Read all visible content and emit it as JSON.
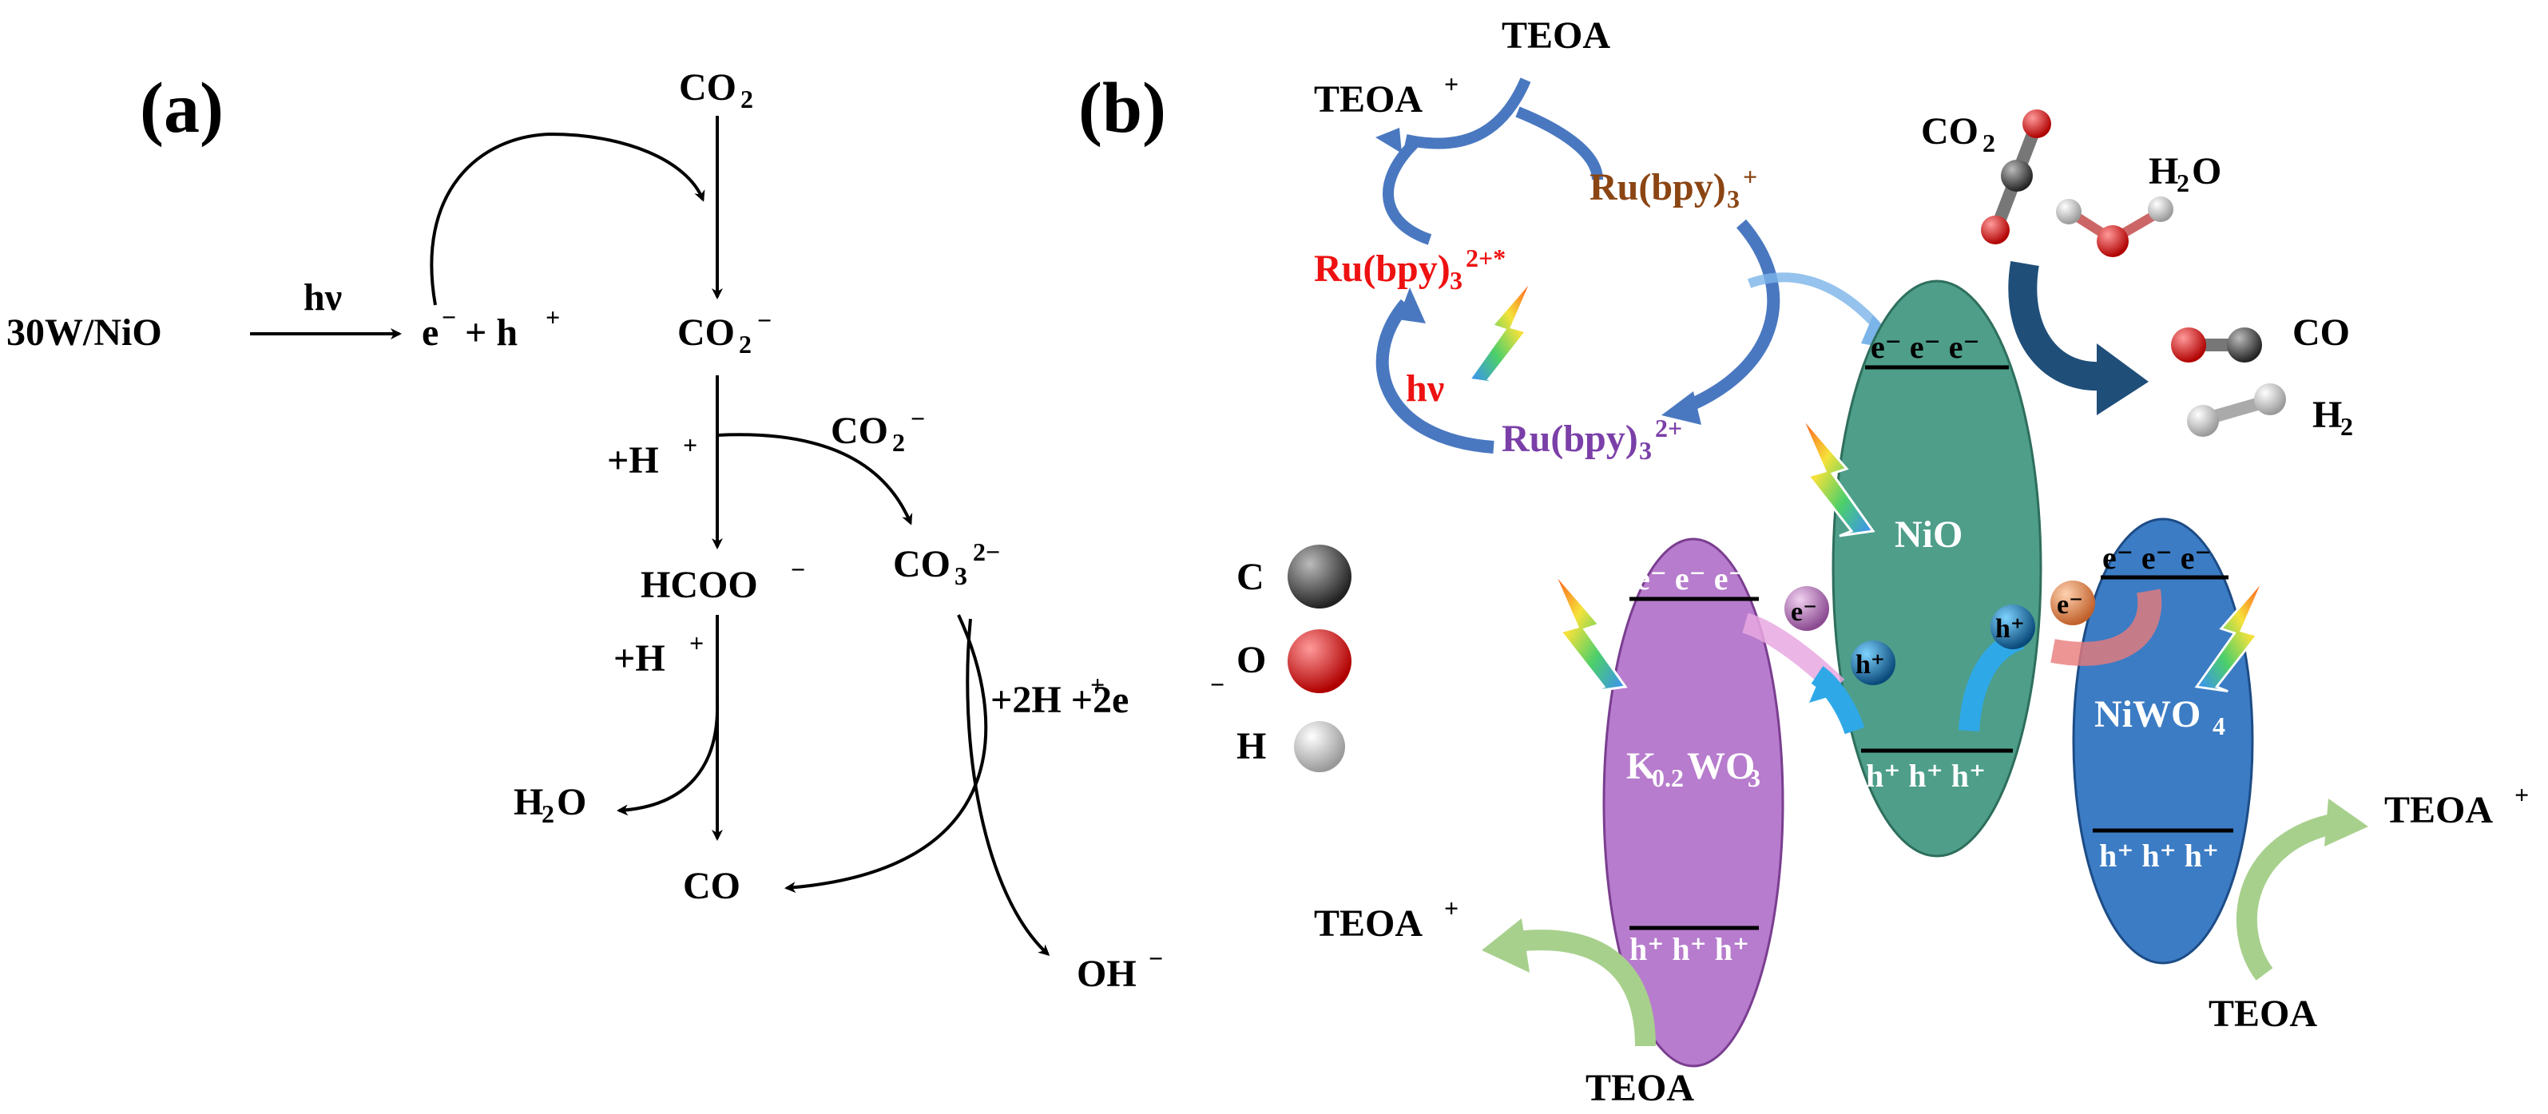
{
  "panel_a": {
    "label": "(a)",
    "catalyst": "30W/NiO",
    "hv": "hν",
    "pair": {
      "e": "e",
      "plus": "+ h"
    },
    "co2": "CO",
    "co2_anion": "CO",
    "h_plus_1": "+H",
    "co2_anion_side": "CO",
    "hcoo": "HCOO",
    "co3": "CO",
    "h_plus_2": "+H",
    "two_h_two_e": "+2H   +2e",
    "h2o": "H",
    "h2o_o": "O",
    "co": "CO",
    "oh": "OH"
  },
  "legend": {
    "items": [
      {
        "label": "C",
        "color": "#555555"
      },
      {
        "label": "O",
        "color": "#dd1111"
      },
      {
        "label": "H",
        "color": "#e8e8e8"
      }
    ]
  },
  "panel_b": {
    "label": "(b)",
    "teoa_top": "TEOA",
    "teoa_plus_top": "TEOA",
    "ru_plus": "Ru(bpy)",
    "ru_star": "Ru(bpy)",
    "ru_2plus": "Ru(bpy)",
    "hv": "hν",
    "co2": "CO",
    "h2o": "H",
    "h2o_o": "O",
    "co": "CO",
    "h2": "H",
    "nio": "NiO",
    "kwo_k": "K",
    "kwo_sub": "0.2",
    "kwo_wo": "WO",
    "niwo": "NiWO",
    "electrons": "e⁻ e⁻ e⁻",
    "holes": "h⁺ h⁺ h⁺",
    "e_ball": "e⁻",
    "h_ball": "h⁺",
    "teoa_plus_left": "TEOA",
    "teoa_left": "TEOA",
    "teoa_plus_right": "TEOA",
    "teoa_right": "TEOA"
  },
  "colors": {
    "nio": "#4e9e8a",
    "kwo": "#b77ccd",
    "niwo": "#3c7cc4",
    "ru_red": "#ee1111",
    "ru_brown": "#8b4513",
    "ru_purple": "#7b3fa8",
    "cycle_arrow": "#4a78c0",
    "teoa_arrow": "#a8d08d"
  }
}
